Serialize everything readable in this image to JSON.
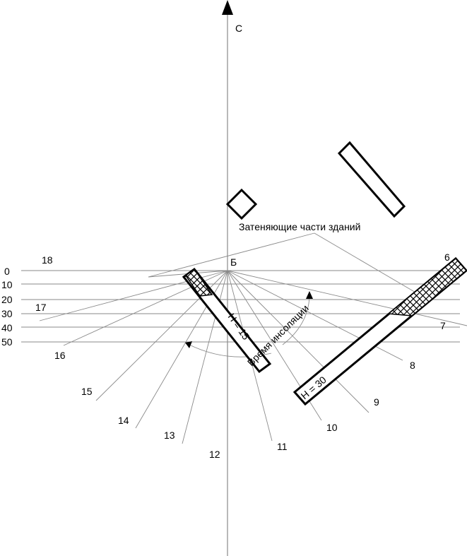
{
  "north_label": "С",
  "center_label": "Б",
  "scale_labels": [
    "0",
    "10",
    "20",
    "30",
    "40",
    "50"
  ],
  "hour_labels": [
    "6",
    "7",
    "8",
    "9",
    "10",
    "11",
    "12",
    "13",
    "14",
    "15",
    "16",
    "17",
    "18"
  ],
  "shading_label": "Затеняющие части зданий",
  "insolation_label": "Время инсоляции",
  "building1_label": "H = 15",
  "building2_label": "H = 30",
  "colors": {
    "line": "#8a8a8a",
    "outline": "#000000"
  }
}
